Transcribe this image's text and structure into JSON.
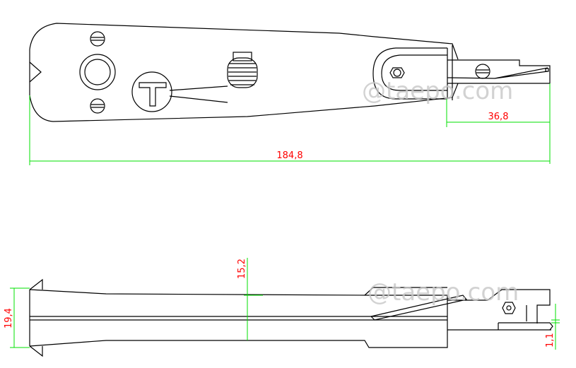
{
  "title": "Punch down tool drawing",
  "watermark": "@taepo.com",
  "dimensions": {
    "overall_length": "184,8",
    "blade_length": "36,8",
    "height": "19,4",
    "body_height": "15,2",
    "blade_thickness": "1,1"
  },
  "colors": {
    "outline": "#000000",
    "dimension_line": "#00e000",
    "dimension_text": "#ff0000"
  }
}
